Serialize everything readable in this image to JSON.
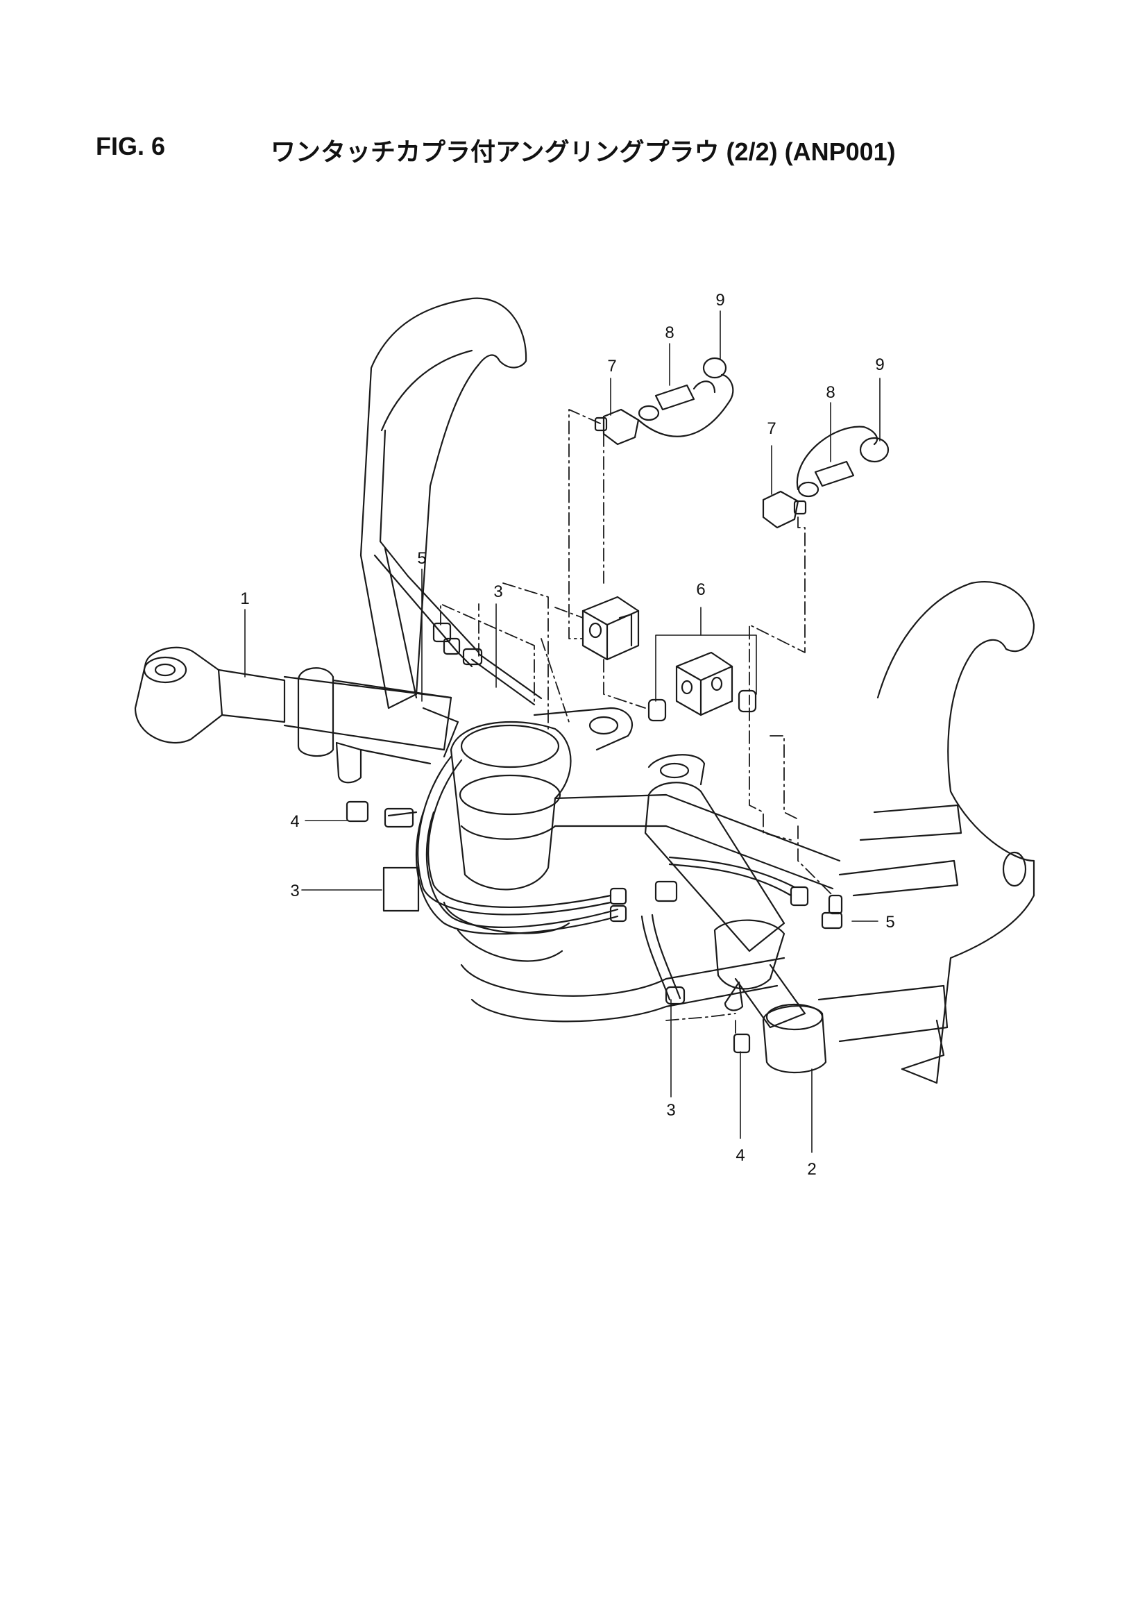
{
  "header": {
    "figure_number": "FIG. 6",
    "title": "ワンタッチカプラ付アングリングプラウ (2/2) (ANP001)"
  },
  "callouts": [
    {
      "id": "c-1",
      "label": "1"
    },
    {
      "id": "c-2",
      "label": "2"
    },
    {
      "id": "c-3a",
      "label": "3"
    },
    {
      "id": "c-3b",
      "label": "3"
    },
    {
      "id": "c-3c",
      "label": "3"
    },
    {
      "id": "c-4a",
      "label": "4"
    },
    {
      "id": "c-4b",
      "label": "4"
    },
    {
      "id": "c-5a",
      "label": "5"
    },
    {
      "id": "c-5b",
      "label": "5"
    },
    {
      "id": "c-6",
      "label": "6"
    },
    {
      "id": "c-7a",
      "label": "7"
    },
    {
      "id": "c-7b",
      "label": "7"
    },
    {
      "id": "c-8a",
      "label": "8"
    },
    {
      "id": "c-8b",
      "label": "8"
    },
    {
      "id": "c-9a",
      "label": "9"
    },
    {
      "id": "c-9b",
      "label": "9"
    }
  ],
  "colors": {
    "line": "#1a1a1a",
    "background": "#ffffff"
  }
}
